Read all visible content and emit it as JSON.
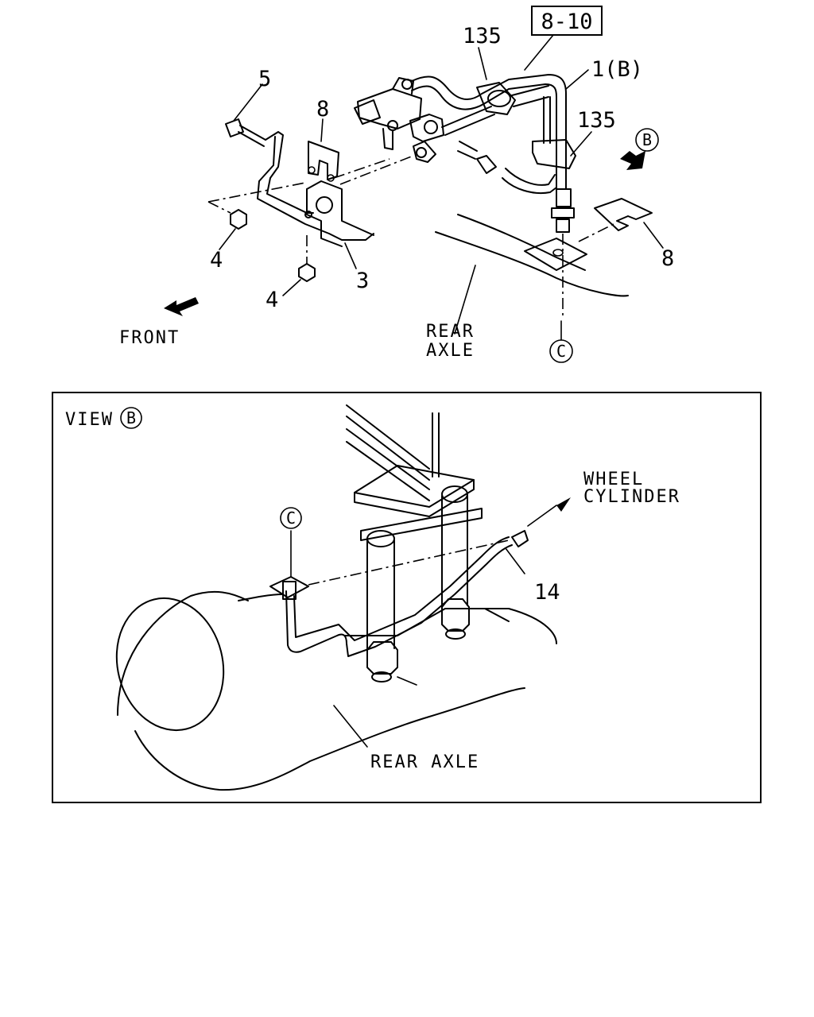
{
  "upper_view": {
    "ref_box": "8-10",
    "callouts": {
      "c135_top": "135",
      "c1b": "1(B)",
      "c135_right": "135",
      "c5": "5",
      "c8_left": "8",
      "c8_right": "8",
      "c4_left": "4",
      "c4_bottom": "4",
      "c3": "3"
    },
    "markers": {
      "view_b": "B",
      "point_c": "C"
    },
    "direction_label": "FRONT",
    "rear_axle_line1": "REAR",
    "rear_axle_line2": "AXLE"
  },
  "view_b": {
    "title": "VIEW",
    "title_marker": "B",
    "point_c": "C",
    "wheel_line1": "WHEEL",
    "wheel_line2": "CYLINDER",
    "c14": "14",
    "rear_axle": "REAR AXLE"
  }
}
